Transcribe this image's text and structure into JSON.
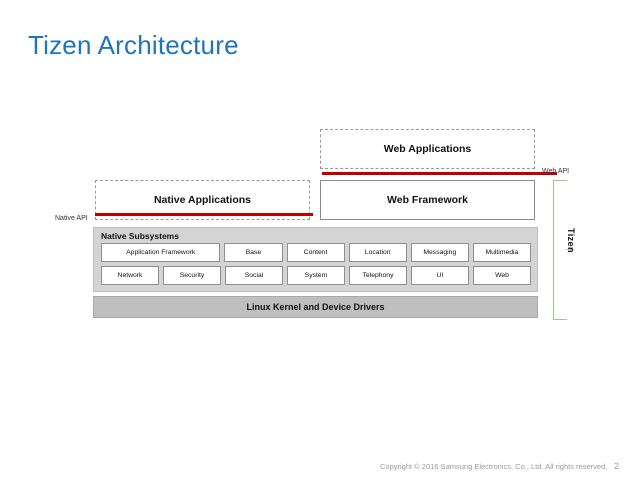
{
  "slide": {
    "title": "Tizen Architecture"
  },
  "diagram": {
    "layers": {
      "web_applications": "Web Applications",
      "native_applications": "Native Applications",
      "web_framework": "Web Framework",
      "native_subsystems_title": "Native Subsystems",
      "linux_kernel": "Linux Kernel and Device Drivers"
    },
    "api_labels": {
      "native_api": "Native API",
      "web_api": "Web API"
    },
    "bracket_label": "Tizen",
    "subsystems": {
      "row_1": [
        {
          "label": "Application Framework",
          "span": 2
        },
        {
          "label": "Base",
          "span": 1
        },
        {
          "label": "Content",
          "span": 1
        },
        {
          "label": "Location",
          "span": 1
        },
        {
          "label": "Messaging",
          "span": 1
        },
        {
          "label": "Multimedia",
          "span": 1
        }
      ],
      "row_2": [
        {
          "label": "Network",
          "span": 1
        },
        {
          "label": "Security",
          "span": 1
        },
        {
          "label": "Social",
          "span": 1
        },
        {
          "label": "System",
          "span": 1
        },
        {
          "label": "Telephony",
          "span": 1
        },
        {
          "label": "UI",
          "span": 1
        },
        {
          "label": "Web",
          "span": 1
        }
      ]
    },
    "colors": {
      "title_blue": "#1F74BC",
      "api_red": "#C00000",
      "panel_gray": "#D4D4D4",
      "kernel_gray": "#BFBFBF",
      "bracket_green": "#9CC97B",
      "footer_gray": "#9A9A9A"
    }
  },
  "footer": {
    "copyright": "Copyright © 2016 Samsung Electronics, Co., Ltd. All rights reserved.",
    "page_number": "2"
  }
}
